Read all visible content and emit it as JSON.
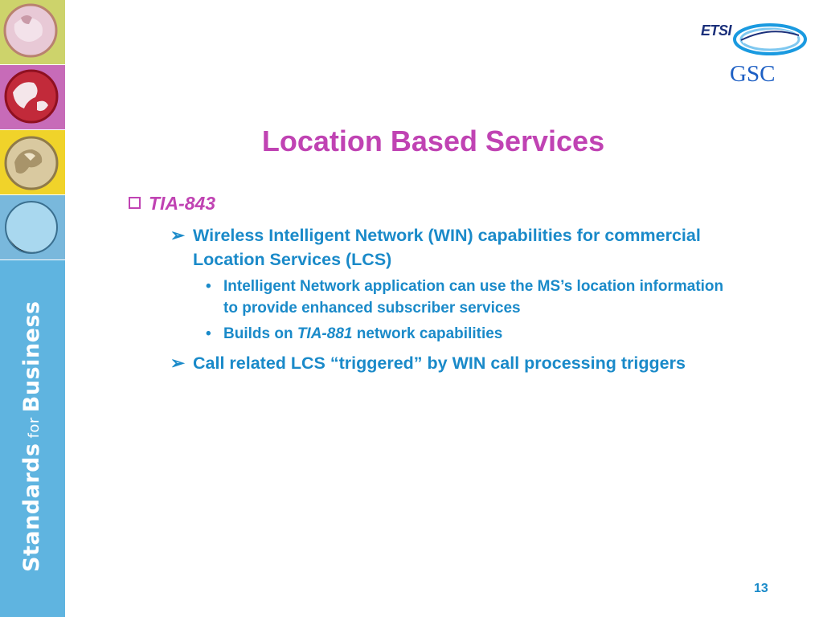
{
  "sidebar": {
    "brand_word1": "Standards",
    "brand_for": "for",
    "brand_word2": "Business",
    "tile_colors": [
      "#cdd36b",
      "#c76bb8",
      "#f0d32a",
      "#79b8dc"
    ],
    "background": "#5fb4e0"
  },
  "logo": {
    "etsi": "ETSI",
    "gsc": "GSC"
  },
  "slide": {
    "title": "Location Based Services",
    "level1": "TIA-843",
    "point1": "Wireless Intelligent Network (WIN) capabilities for commercial Location Services (LCS)",
    "sub1": "Intelligent Network application can use the MS’s location information to provide enhanced subscriber services",
    "sub2_prefix": "Builds on ",
    "sub2_italic": "TIA-881",
    "sub2_suffix": " network capabilities",
    "point2": "Call related LCS “triggered” by WIN call processing triggers",
    "bullet_arrow": "➢",
    "bullet_dot": "•",
    "page_number": "13"
  },
  "colors": {
    "title": "#c043b3",
    "body": "#1a8ac9",
    "logo_gsc": "#1d5fc4"
  }
}
